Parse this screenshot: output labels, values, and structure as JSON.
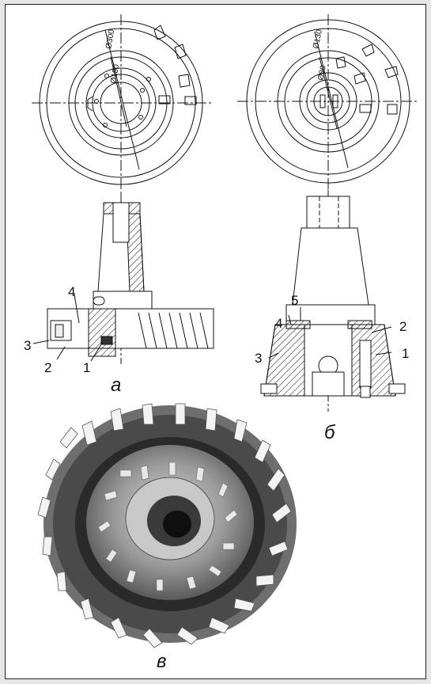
{
  "top_left": {
    "dim_outer": "Ø300",
    "dim_inner": "Ø180"
  },
  "top_right": {
    "dim_outer": "Ø130",
    "dim_inner": "Ø80"
  },
  "side_a": {
    "labels": [
      "4",
      "3",
      "2",
      "1"
    ],
    "caption": "а"
  },
  "side_b": {
    "labels": [
      "5",
      "4",
      "3",
      "2",
      "1"
    ],
    "caption": "б"
  },
  "photo": {
    "caption": "в"
  }
}
